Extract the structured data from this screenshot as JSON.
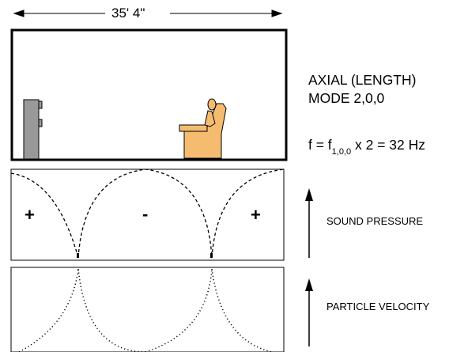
{
  "room": {
    "length_label": "35' 4\"",
    "loudspeaker_icon": "loudspeaker-icon",
    "listener_icon": "seated-listener-icon",
    "listener_color": "#F5BC70",
    "speaker_color": "#999999"
  },
  "mode": {
    "title_line1": "AXIAL (LENGTH)",
    "title_line2": "MODE 2,0,0"
  },
  "formula": {
    "prefix": "f = f",
    "subscript": "1,0,0",
    "suffix": " x 2 = 32 Hz"
  },
  "sound_pressure": {
    "label": "SOUND PRESSURE",
    "signs": [
      "+",
      "-",
      "+"
    ]
  },
  "particle_velocity": {
    "label": "PARTICLE VELOCITY"
  }
}
